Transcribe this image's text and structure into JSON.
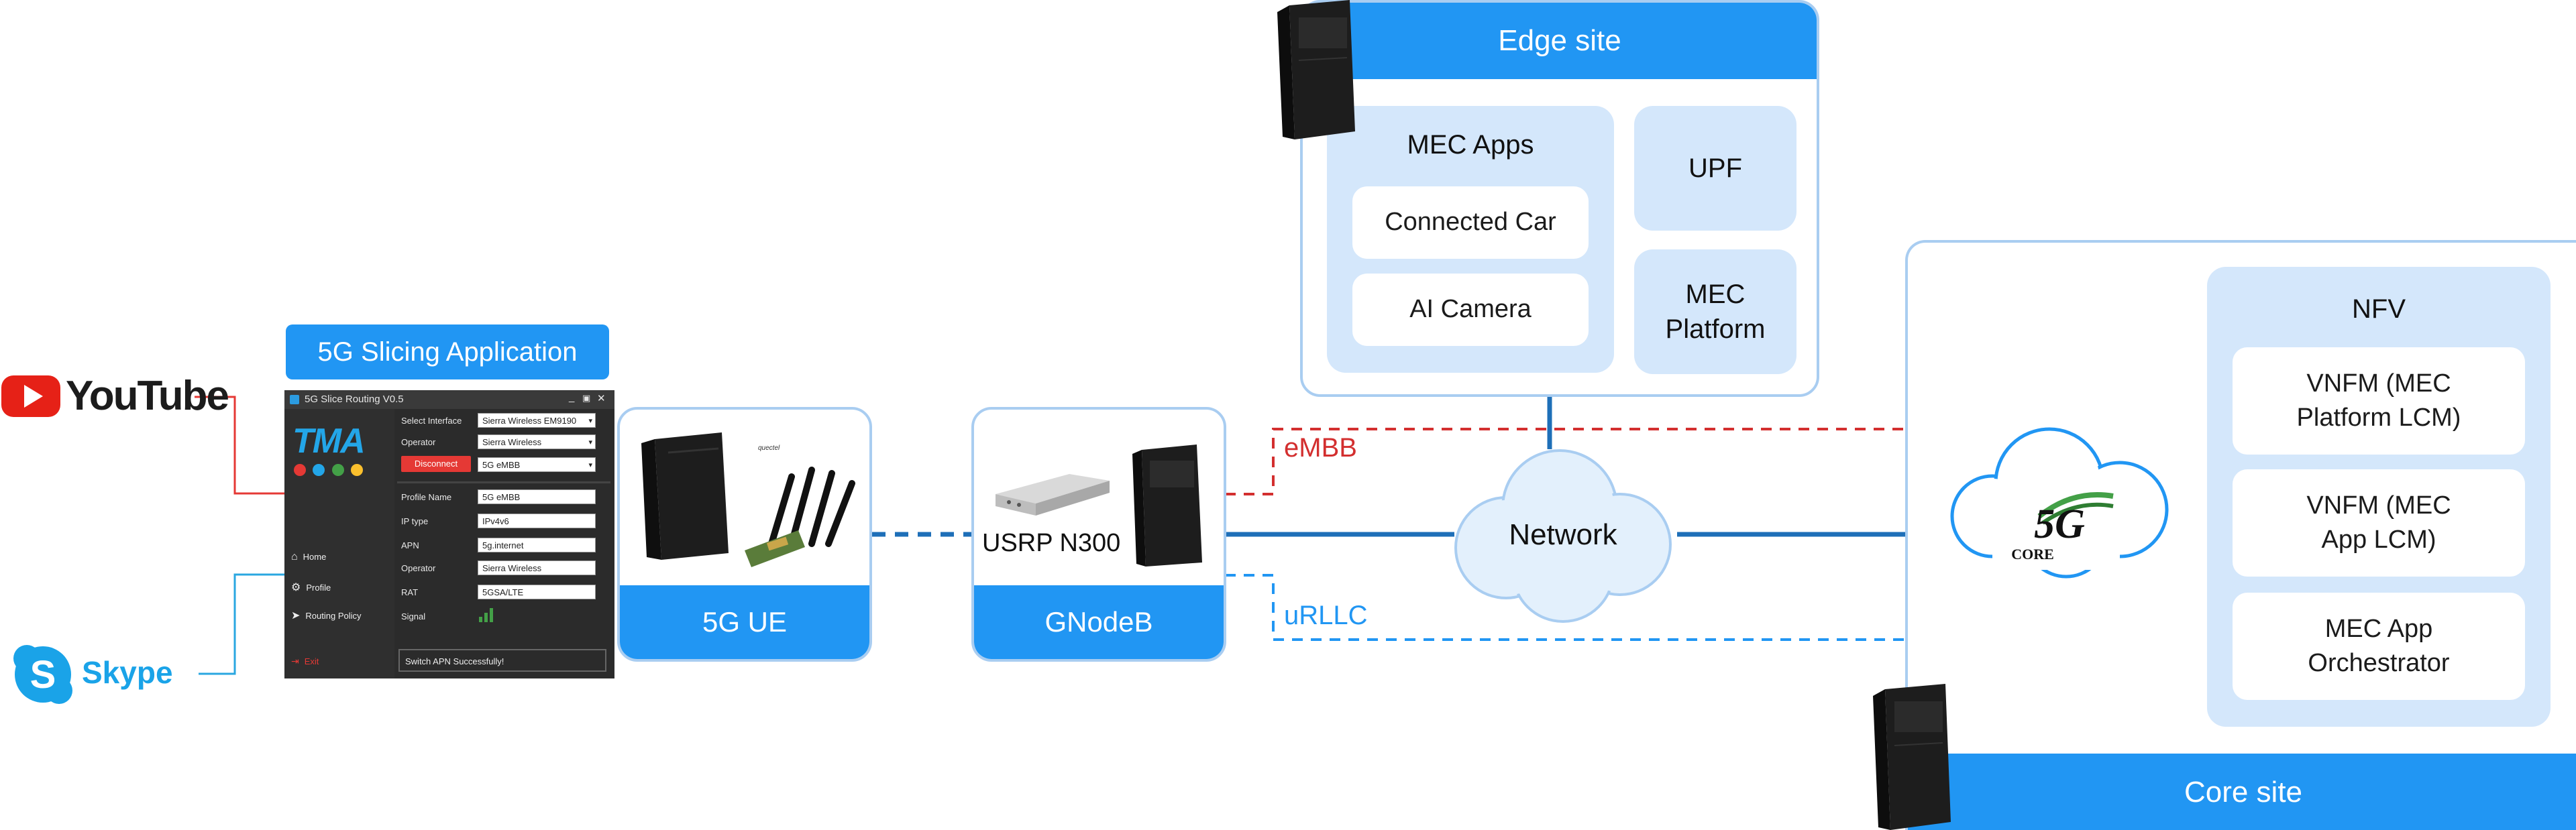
{
  "apps": {
    "youtube": "YouTube",
    "skype": "Skype"
  },
  "slicing_app": {
    "banner": "5G Slicing Application",
    "window": {
      "title": "5G Slice Routing V0.5",
      "logo": "TMA",
      "nav": [
        "Home",
        "Profile",
        "Routing Policy"
      ],
      "exit": "Exit",
      "fields": [
        {
          "label": "Select Interface",
          "value": "Sierra Wireless EM9190",
          "type": "select"
        },
        {
          "label": "Operator",
          "value": "Sierra Wireless",
          "type": "select"
        }
      ],
      "disconnect": "Disconnect",
      "slice_select": "5G eMBB",
      "profile": [
        {
          "label": "Profile Name",
          "value": "5G eMBB"
        },
        {
          "label": "IP type",
          "value": "IPv4v6"
        },
        {
          "label": "APN",
          "value": "5g.internet"
        },
        {
          "label": "Operator",
          "value": "Sierra Wireless"
        },
        {
          "label": "RAT",
          "value": "5GSA/LTE"
        }
      ],
      "signal_label": "Signal",
      "status": "Switch APN Successfully!"
    }
  },
  "ue": {
    "label": "5G UE"
  },
  "gnodeb": {
    "label": "GNodeB",
    "device": "USRP N300"
  },
  "slices": {
    "embb": "eMBB",
    "urllc": "uRLLC"
  },
  "network": {
    "label": "Network"
  },
  "edge_site": {
    "title": "Edge site",
    "mec_apps": {
      "title": "MEC Apps",
      "items": [
        "Connected Car",
        "AI Camera"
      ]
    },
    "upf": "UPF",
    "mec_platform": "MEC Platform"
  },
  "core_site": {
    "title": "Core site",
    "cloud_logo": {
      "big": "5G",
      "small": "CORE"
    },
    "nfv": {
      "title": "NFV",
      "items": [
        "VNFM (MEC Platform LCM)",
        "VNFM (MEC App LCM)",
        "MEC App Orchestrator"
      ]
    }
  },
  "colors": {
    "accent": "#2196f3",
    "pale": "#d4e7fb",
    "outline": "#a9cdf1",
    "embb": "#d32f2f",
    "urllc": "#2196f3",
    "link": "#1e6fb8"
  }
}
